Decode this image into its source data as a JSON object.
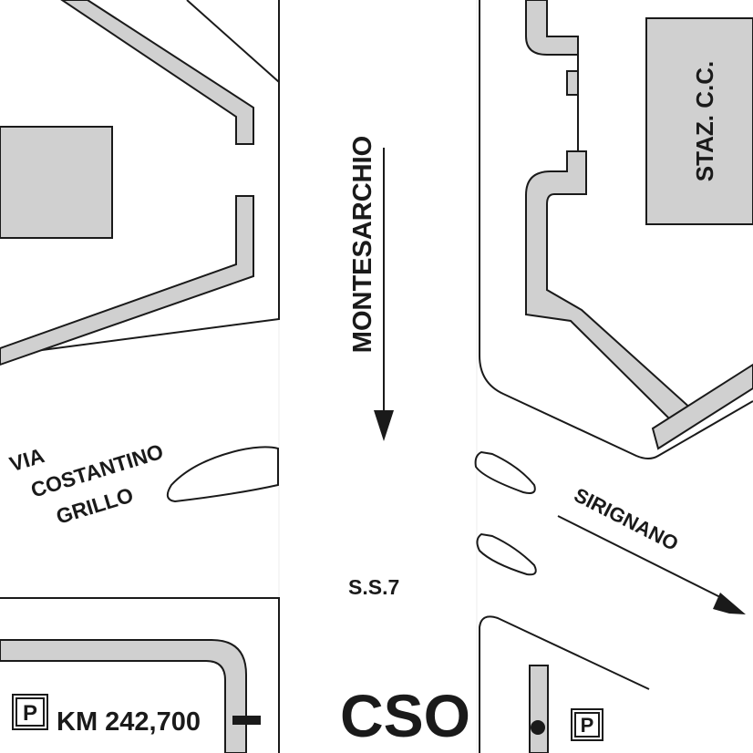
{
  "labels": {
    "montesarchio": "MONTESARCHIO",
    "via": "VIA",
    "costantino": "COSTANTINO",
    "grillo": "GRILLO",
    "sirignano": "SIRIGNANO",
    "ss7": "S.S.7",
    "staz": "STAZ. C.C.",
    "parking_symbol": "P",
    "km_marker": "KM 242,700",
    "cso": "CSO"
  },
  "colors": {
    "sidewalk_fill": "#d0d0d0",
    "line": "#1a1a1a",
    "background": "#ffffff"
  }
}
